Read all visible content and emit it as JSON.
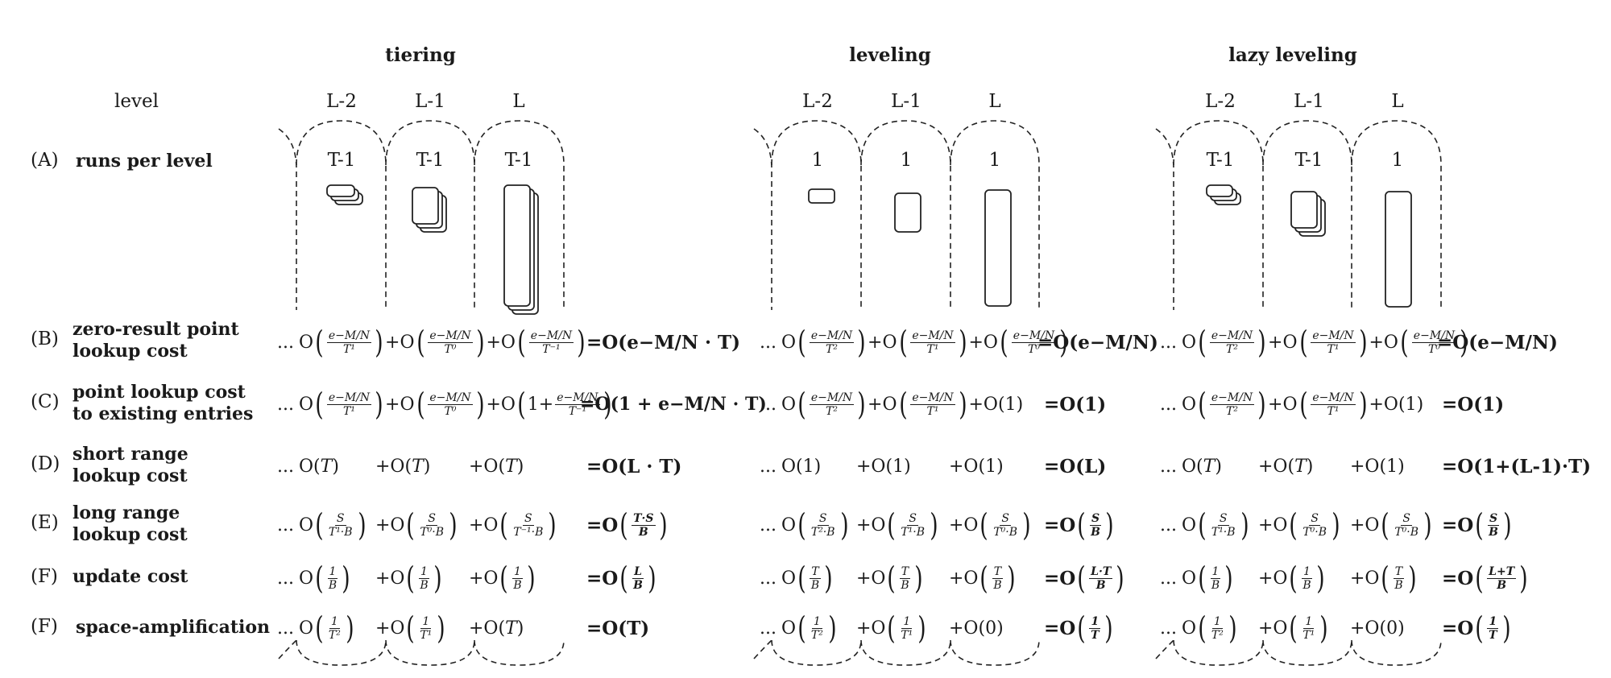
{
  "strategies": [
    {
      "key": "tiering",
      "title": "tiering"
    },
    {
      "key": "leveling",
      "title": "leveling"
    },
    {
      "key": "lazy",
      "title": "lazy leveling"
    }
  ],
  "level_label": "level",
  "level_headers": [
    "L-2",
    "L-1",
    "L"
  ],
  "row_letters": [
    "(A)",
    "(B)",
    "(C)",
    "(D)",
    "(E)",
    "(F)",
    "(F)"
  ],
  "row_labels": {
    "a": "runs per level",
    "b1": "zero-result point",
    "b2": "lookup cost",
    "c1": "point lookup cost",
    "c2": "to existing entries",
    "d1": "short range",
    "d2": "lookup cost",
    "e1": "long range",
    "e2": "lookup cost",
    "f": "update cost",
    "g": "space-amplification"
  },
  "runs": {
    "tiering": [
      "T-1",
      "T-1",
      "T-1"
    ],
    "leveling": [
      "1",
      "1",
      "1"
    ],
    "lazy": [
      "T-1",
      "T-1",
      "1"
    ]
  },
  "sym": {
    "ell": "...",
    "O": "O",
    "pO": "+O",
    "one": "1",
    "onep": "1+",
    "zero": "0",
    "T": "T",
    "L": "L",
    "S": "S",
    "emn": "e−M/N",
    "T1": "T¹",
    "T0": "T⁰",
    "Tm1": "T⁻¹",
    "T2": "T²",
    "sT1B": "T¹·B",
    "sT0B": "T⁰·B",
    "sTm1B": "T⁻¹·B",
    "sT2B": "T²·B",
    "B": "B",
    "TS": "T·S",
    "LT": "L·T",
    "LpT": "L+T"
  },
  "results": {
    "tiering": {
      "b": "=O(e−M/N · T)",
      "c": "=O(1 + e−M/N · T)",
      "d": "=O(L · T)",
      "g": "=O(T)"
    },
    "leveling": {
      "b": "=O(e−M/N)",
      "c": "=O(1)",
      "d": "=O(L)"
    },
    "lazy": {
      "b": "=O(e−M/N)",
      "c": "=O(1)",
      "d": "=O(1+(L-1)·T)"
    },
    "frac_prefix": "=O"
  }
}
